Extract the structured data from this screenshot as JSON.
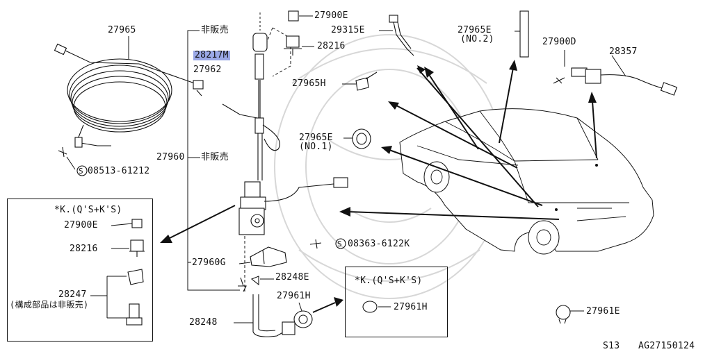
{
  "labels": {
    "p27965": "27965",
    "hanbai_top": "非販売",
    "p28217M": "28217M",
    "p27962": "27962",
    "p27900E_top": "27900E",
    "p28216_top": "28216",
    "p29315E": "29315E",
    "p27965E2": "27965E",
    "no2": "(NO.2)",
    "p27900D": "27900D",
    "p28357": "28357",
    "p27965H": "27965H",
    "p27965E1": "27965E",
    "no1": "(NO.1)",
    "p27960": "27960",
    "hanbai_mid": "非販売",
    "s08513": "08513-61212",
    "s08363": "08363-6122K",
    "p27960G": "27960G",
    "p28248E": "28248E",
    "p28248": "28248",
    "p27961H_left": "27961H",
    "p27961E": "27961E",
    "s_mark": "S"
  },
  "inset_left": {
    "title": "*K.(Q'S+K'S)",
    "p27900E": "27900E",
    "p28216": "28216",
    "p28247": "28247",
    "note": "(構成部品は非販売)"
  },
  "inset_right": {
    "title": "*K.(Q'S+K'S)",
    "p27961H": "27961H"
  },
  "footer": {
    "model": "S13",
    "code": "AG27150124"
  },
  "highlight_color": "#9aa8e6"
}
